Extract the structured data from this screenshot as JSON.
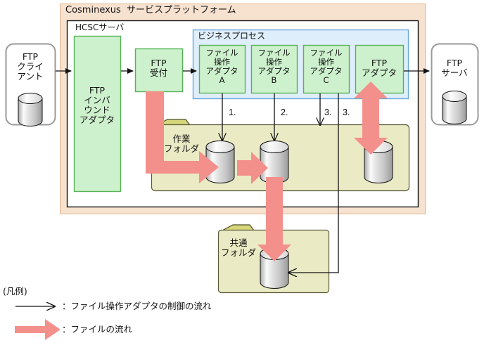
{
  "diagram": {
    "title_platform": "Cosminexus  サービスプラットフォーム",
    "title_hcsc": "HCSCサーバ",
    "title_bp": "ビジネスプロセス"
  },
  "nodes": {
    "ftp_client": "FTP\nクライ\nアント",
    "ftp_server": "FTP\nサーバ",
    "ftp_inbound_adapter": "FTP\nインバ\nウンド\nアダプタ",
    "ftp_reception": "FTP\n受付",
    "file_adapter_a": "ファイル\n操作\nアダプタ\nA",
    "file_adapter_b": "ファイル\n操作\nアダプタ\nB",
    "file_adapter_c": "ファイル\n操作\nアダプタ\nC",
    "ftp_adapter": "FTP\nアダプタ",
    "work_folder": "作業\nフォルダ",
    "common_folder": "共通\nフォルダ"
  },
  "step_labels": {
    "step1": "1.",
    "step2": "2.",
    "step3a": "3.",
    "step3b": "3."
  },
  "legend": {
    "heading": "(凡例)",
    "control_flow": "：ファイル操作アダプタの制御の流れ",
    "file_flow": "：ファイルの流れ"
  },
  "colors": {
    "platform_fill": "#f7e2d0",
    "platform_stroke": "#e8b98e",
    "hcsc_stroke": "#000000",
    "bp_fill": "#d6e9f8",
    "bp_stroke": "#6aa8d8",
    "green_fill": "#cdf1cd",
    "green_stroke": "#55b355",
    "folder_fill": "#eaeac4",
    "folder_tab_fill": "#d6d67a",
    "folder_stroke": "#555533",
    "pink_arrow": "#f4908c",
    "line": "#222222",
    "cylinder_light": "#ffffff",
    "cylinder_dark": "#9a9a9a"
  }
}
